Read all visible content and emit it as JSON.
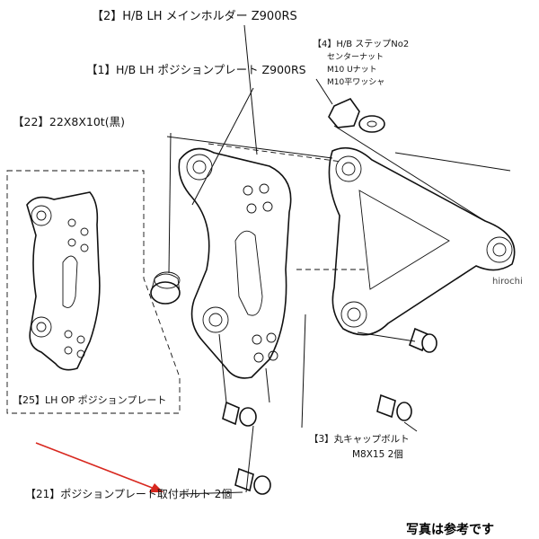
{
  "labels": {
    "main_holder": "【2】H/B LH メインホルダー Z900RS",
    "position_plate": "【1】H/B LH ポジションプレート Z900RS",
    "collar": "【22】22X8X10t(黒)",
    "step_no2": "【4】H/B ステップNo2",
    "step_line2": "センターナット",
    "step_line3": "M10 Uナット",
    "step_line4": "M10平ワッシャ",
    "op_plate": "【25】LH OP ポジションプレート",
    "cap_bolt_1": "【3】丸キャップボルト",
    "cap_bolt_2": "M8X15 2個",
    "plate_bolt": "【21】ポジションプレート取付ボルト 2個"
  },
  "watermark": "hirochi",
  "caption": "写真は参考です",
  "colors": {
    "ink": "#111111",
    "arrow": "#d8281f",
    "background": "#ffffff"
  }
}
